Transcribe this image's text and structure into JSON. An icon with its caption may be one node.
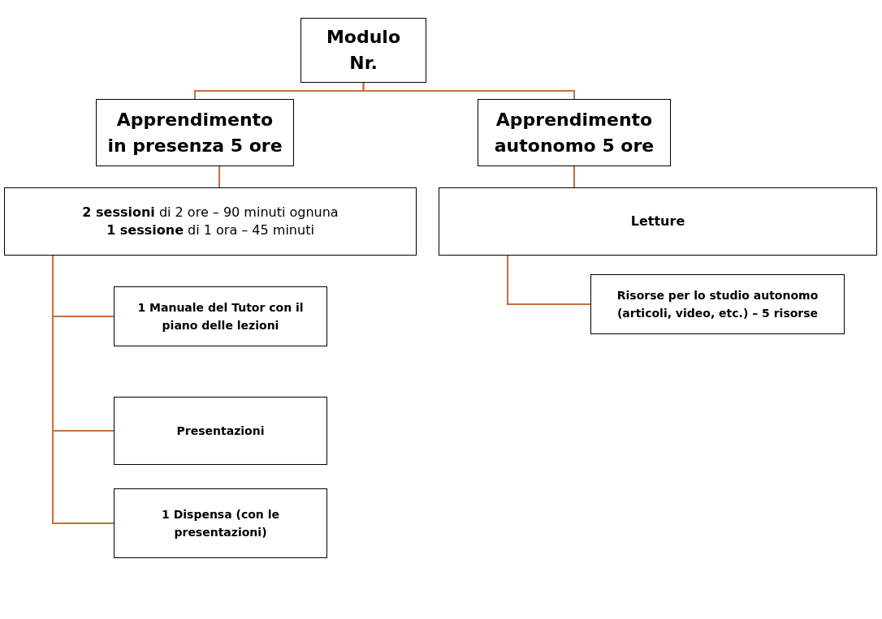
{
  "diagram": {
    "nodes": [
      {
        "text": [
          "Modulo Nr."
        ]
      },
      {
        "text": [
          "Apprendimento in presenza 5 ore"
        ]
      },
      {
        "text": [
          "Apprendimento autonomo 5 ore"
        ]
      },
      {
        "text": [
          "**2 sessioni** di 2 ore – 90 minuti ognuna",
          "**1 sessione** di 1 ora – 45 minuti"
        ]
      },
      {
        "text": [
          "Letture"
        ]
      },
      {
        "text": [
          "1 Manuale del Tutor con il piano delle lezioni"
        ]
      },
      {
        "text": [
          "Presentazioni"
        ]
      },
      {
        "text": [
          "1 Dispensa (con le presentazioni)"
        ]
      },
      {
        "text": [
          "Risorse per lo studio autonomo (articoli, video, etc.) – 5 risorse"
        ]
      }
    ],
    "edges": [
      {
        "from": 0,
        "to": 1,
        "arrow": "none"
      },
      {
        "from": 0,
        "to": 2,
        "arrow": "none"
      },
      {
        "from": 1,
        "to": 3,
        "arrow": "none"
      },
      {
        "from": 2,
        "to": 4,
        "arrow": "none"
      },
      {
        "from": 3,
        "to": 5,
        "arrow": "none"
      },
      {
        "from": 3,
        "to": 6,
        "arrow": "none"
      },
      {
        "from": 3,
        "to": 7,
        "arrow": "none"
      },
      {
        "from": 4,
        "to": 8,
        "arrow": "none"
      }
    ]
  }
}
